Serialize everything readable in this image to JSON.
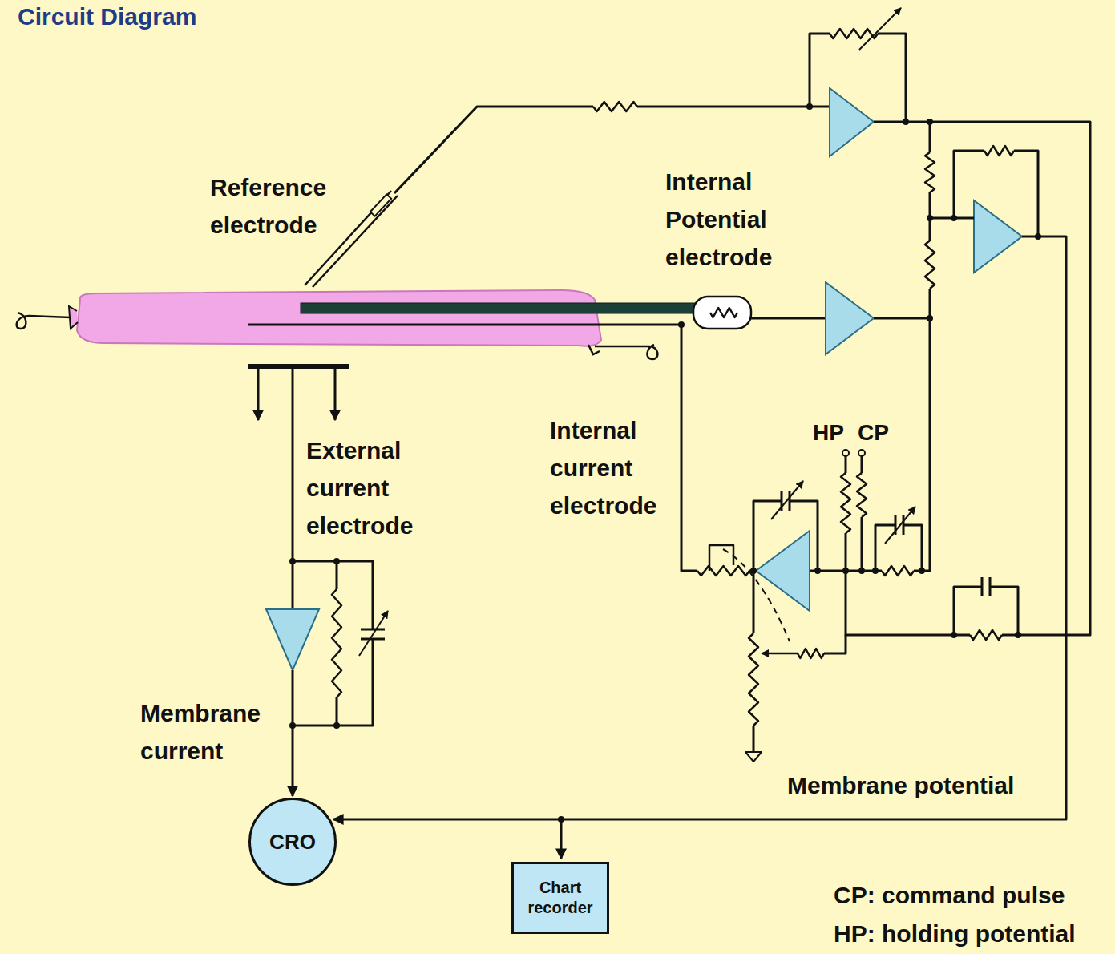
{
  "diagram": {
    "title": "Circuit Diagram",
    "nodes": [
      {
        "text": [
          "CRO"
        ]
      },
      {
        "text": [
          "Chart recorder"
        ]
      }
    ],
    "labels": [
      "Reference electrode",
      "Internal Potential electrode",
      "External current electrode",
      "Internal current electrode",
      "HP",
      "CP",
      "Membrane current",
      "Membrane potential",
      "CP: command pulse",
      "HP: holding potential"
    ]
  }
}
